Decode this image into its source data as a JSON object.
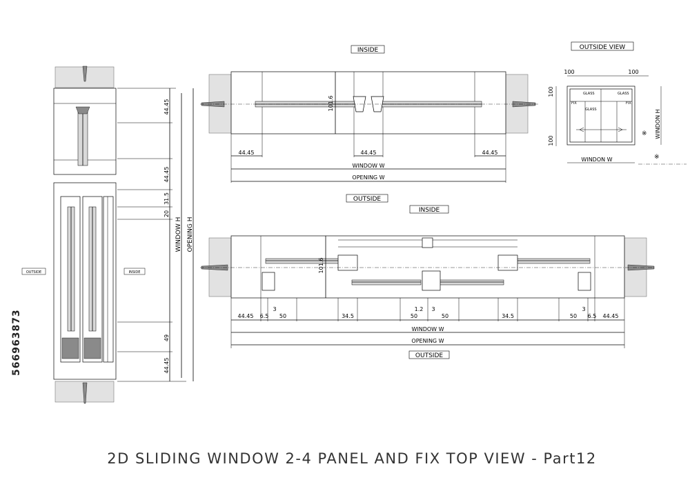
{
  "title": "2D SLIDING WINDOW 2-4 PANEL AND FIX TOP VIEW - Part12",
  "stock_id": "566963873",
  "section": {
    "outside": "OUTSIDE",
    "inside": "INSIDE",
    "dims": [
      "44.45",
      "44.45",
      "31.5",
      "20",
      "49",
      "44.45"
    ],
    "window": "WINDOW   H",
    "opening": "OPENING   H"
  },
  "plan2": {
    "inside": "INSIDE",
    "height": "101.6",
    "dims": [
      "44.45",
      "44.45",
      "44.45"
    ],
    "window": "WINDOW  W",
    "opening": "OPENING   W",
    "outside": "OUTSIDE"
  },
  "plan4": {
    "inside": "INSIDE",
    "height": "101.6",
    "dims": [
      "44.45",
      "6.5",
      "3",
      "50",
      "34.5",
      "1.2",
      "3",
      "50",
      "50",
      "34.5",
      "3",
      "50",
      "6.5",
      "44.45"
    ],
    "window": "WINDOW   W",
    "opening": "OPENING   W",
    "outside": "OUTSIDE"
  },
  "outside_view": {
    "title": "OUTSIDE VIEW",
    "top": [
      "100",
      "100"
    ],
    "left": [
      "100",
      "100"
    ],
    "fix_left": "FIX",
    "fix_right": "FIX",
    "glass": [
      "GLASS",
      "GLASS",
      "GLASS"
    ],
    "window_w": "WINDON   W",
    "window_h": "WINDON   H",
    "mark": "※"
  }
}
